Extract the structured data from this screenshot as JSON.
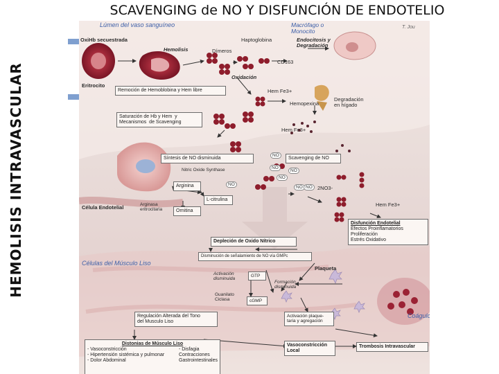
{
  "slide": {
    "side_title": "HEMOLISIS INTRAVASCULAR",
    "title": "SCAVENGING de NO Y DISFUNCIÓN DE ENDOTELIO"
  },
  "diagram": {
    "lumen": "Lúmen del vaso sanguíneo",
    "macrofago": "Macrófago o\nMonocito",
    "signature": "T. Jou",
    "oxihb": "OxiHb secuestrada",
    "hemolisis": "Hemolisis",
    "dimeros": "Dímeros",
    "haptoglobina": "Haptoglobina",
    "endocitosis": "Endocitosis y\nDegradación",
    "cd163": "CD163",
    "eritrocito": "Eritrocito",
    "oxidacion": "Oxidación",
    "remocion": "Remoción de Hemoblobina y Hem libre",
    "hem_fe3_a": "Hem Fe3+",
    "hemopexina": "Hemopexina",
    "degradacion_higado": "Degradación\nen hígado",
    "saturacion": "Saturación de Hb y Hem  y\nMecanismos  de Scavenging",
    "hem_fe3_b": "Hem Fe3+",
    "sintesis_no": "Síntesis de NO disminuida",
    "scavenging_no": "Scavenging de NO",
    "no_label": "NO",
    "nitric_oxide_synthase": "Nitric Oxide Synthase",
    "arginina": "Arginina",
    "l_citrulina": "L-citrulina",
    "arginasa": "Arginasa\neritrocitaria",
    "ornitina": "Ornitina",
    "no3": "2NO3-",
    "hem_fe3_c": "Hem Fe3+",
    "celula_endotelial": "Célula Endotelial",
    "disfuncion_endotelial": "Disfunción Endotelial",
    "disfuncion_items": [
      "Efectos Proinflamatorios",
      "Proliferación",
      "Estrés Oxidativo"
    ],
    "deplecion": "Depleción de Oxido Nítrico",
    "disminucion": "Disminución de señalamiento de NO vía GMPc",
    "celulas_musculo": "Células del Músculo Liso",
    "activacion_disminuida": "Activación\ndisminuida",
    "gtp": "GTP",
    "formacion_disminuida": "Formación\ndisminuida",
    "guanilato": "Guanilato\nCiclasa",
    "cgmp": "cGMP",
    "plaqueta": "Plaqueta",
    "regulacion": "Regulación Alterada del Tono\ndel Musculo Liso",
    "activacion_plaquetaria": "Activación plaque-\ntaria y agregación",
    "coagulo": "Coágulo",
    "distonias": "Distonias de Músculo Liso",
    "distonias_left": [
      "- Vasoconstricción",
      "- Hipertensión sistémica y pulmonar",
      "- Dolor Abdominal"
    ],
    "distonias_right": [
      "- Disfagia",
      "Contracciones",
      "Gastrointestinales"
    ],
    "vasoconstriccion_local": "Vasoconstricción\nLocal",
    "trombosis": "Trombosis Intravascular"
  },
  "colors": {
    "accent_bar": "#7f9fcf",
    "blue_label": "#3d5fa8",
    "cell_red": "#8e1d2c"
  }
}
